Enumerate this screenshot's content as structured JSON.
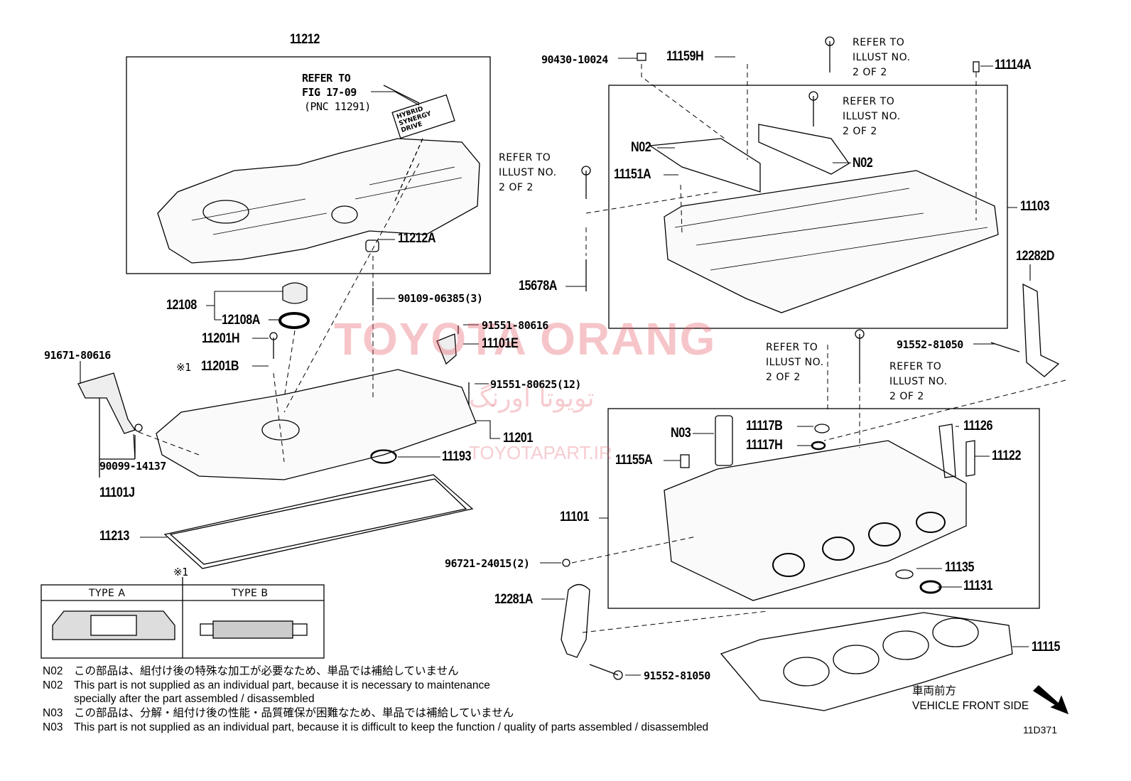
{
  "diagram": {
    "code": "11D371",
    "emblem": "HYBRID SYNERGY DRIVE",
    "refer_fig": {
      "line1": "REFER TO",
      "line2": "FIG 17-09",
      "line3": "(PNC 11291)"
    },
    "refer_illust": {
      "line1": "REFER TO",
      "line2": "ILLUST NO.",
      "line3": "2 OF 2"
    },
    "parts": {
      "p11212": "11212",
      "p11212A": "11212A",
      "p90109": "90109-06385(3)",
      "p12108": "12108",
      "p12108A": "12108A",
      "p11201H": "11201H",
      "mark1": "※1",
      "p11201B": "11201B",
      "p91671": "91671-80616",
      "p90099": "90099-14137",
      "p11101J": "11101J",
      "p91551a": "91551-80616",
      "p11101E": "11101E",
      "p91551b": "91551-80625(12)",
      "p11201": "11201",
      "p11193": "11193",
      "p11213": "11213",
      "p90430": "90430-10024",
      "p11159H": "11159H",
      "p11114A": "11114A",
      "n02": "N02",
      "p11151A": "11151A",
      "p11103": "11103",
      "p12282D": "12282D",
      "p15678A": "15678A",
      "p91552": "91552-81050",
      "n03": "N03",
      "p11117B": "11117B",
      "p11117H": "11117H",
      "p11126": "11126",
      "p11155A": "11155A",
      "p11122": "11122",
      "p11101": "11101",
      "p96721": "96721-24015(2)",
      "p11135": "11135",
      "p11131": "11131",
      "p12281A": "12281A",
      "p11115": "11115"
    },
    "types": {
      "a": "TYPE A",
      "b": "TYPE B"
    },
    "front": {
      "jp": "車両前方",
      "en": "VEHICLE FRONT SIDE"
    },
    "notes": [
      {
        "code": "N02",
        "text": "この部品は、組付け後の特殊な加工が必要なため、単品では補給していません"
      },
      {
        "code": "N02",
        "text": "This part is not supplied as an individual part, because it is necessary to maintenance",
        "text2": "specially after the part assembled / disassembled"
      },
      {
        "code": "N03",
        "text": "この部品は、分解・組付け後の性能・品質確保が困難なため、単品では補給していません"
      },
      {
        "code": "N03",
        "text": "This part is not supplied as an individual part, because it is difficult to keep the function / quality of parts  assembled / disassembled"
      }
    ],
    "watermarks": {
      "main": "TOYOTA ORANG",
      "persian": "تویوتا اورنگ",
      "site": "TOYOTAPART.IR"
    }
  }
}
